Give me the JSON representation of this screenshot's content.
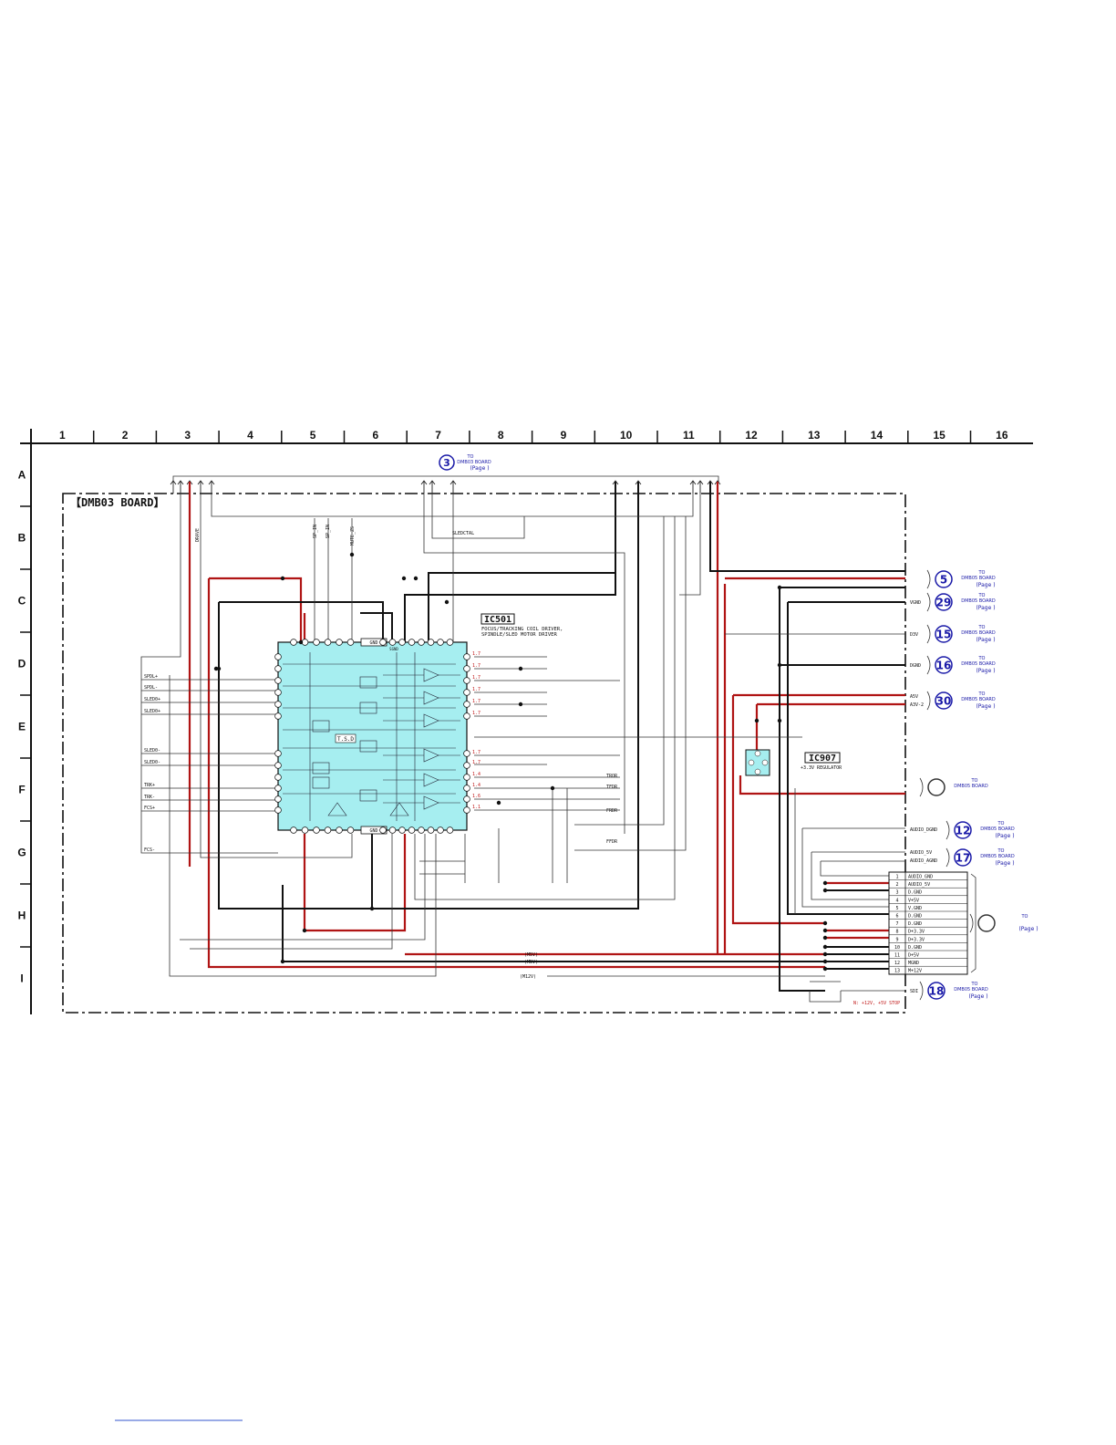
{
  "grid": {
    "columns": [
      "1",
      "2",
      "3",
      "4",
      "5",
      "6",
      "7",
      "8",
      "9",
      "10",
      "11",
      "12",
      "13",
      "14",
      "15",
      "16"
    ],
    "rows": [
      "A",
      "B",
      "C",
      "D",
      "E",
      "F",
      "G",
      "H",
      "I"
    ]
  },
  "board": {
    "label": "【DMB03 BOARD】"
  },
  "ic501": {
    "ref": "IC501",
    "desc1": "FOCUS/TRACKING COIL DRIVER,",
    "desc2": "SPINDLE/SLED MOTOR DRIVER",
    "gnd_top": "GND",
    "gnd_bottom": "GND",
    "tsd": "T.S.D",
    "sgnd": "SGND"
  },
  "ic907": {
    "ref": "IC907",
    "desc": "+3.3V REGULATOR"
  },
  "left_signals": [
    "SPDL+",
    "SPDL-",
    "SLED0+",
    "SLED0+",
    "SLED0-",
    "SLED0-",
    "TRK+",
    "TRK-",
    "FCS+",
    "FCS-"
  ],
  "top_signals": [
    "SP_IN",
    "SP_IN",
    "MUTE_ZS",
    "SLEDCTAL",
    "DRAVE"
  ],
  "right_signals": [
    "TROR",
    "TFDR",
    "FRDR",
    "FFDR"
  ],
  "voltages": [
    "1.7",
    "1.7",
    "1.7",
    "1.7",
    "1.7",
    "1.7",
    "1.7",
    "1.7",
    "1.4",
    "1.4",
    "1.6",
    "1.1"
  ],
  "connectors": [
    {
      "num": "3",
      "line1": "TO",
      "line2": "DMB03 BOARD",
      "line3": "(Page     )"
    },
    {
      "num": "5",
      "line1": "TO",
      "line2": "DMB05 BOARD",
      "line3": "(Page     )"
    },
    {
      "num": "29",
      "line1": "TO",
      "line2": "DMB05 BOARD",
      "line3": "(Page     )"
    },
    {
      "num": "15",
      "line1": "TO",
      "line2": "DMB05 BOARD",
      "line3": "(Page     )"
    },
    {
      "num": "16",
      "line1": "TO",
      "line2": "DMB05 BOARD",
      "line3": "(Page     )"
    },
    {
      "num": "30",
      "line1": "TO",
      "line2": "DMB05 BOARD",
      "line3": "(Page     )"
    },
    {
      "num": "",
      "line1": "TO",
      "line2": "DMB05 BOARD",
      "line3": ""
    },
    {
      "num": "12",
      "line1": "TO",
      "line2": "DMB05 BOARD",
      "line3": "(Page     )"
    },
    {
      "num": "17",
      "line1": "TO",
      "line2": "DMB05 BOARD",
      "line3": "(Page     )"
    },
    {
      "num": "",
      "line1": "TO",
      "line2": "",
      "line3": "(Page     )"
    },
    {
      "num": "18",
      "line1": "TO",
      "line2": "DMB05 BOARD",
      "line3": "(Page     )"
    }
  ],
  "net_labels": [
    "VGND",
    "D3V",
    "DGND",
    "A5V",
    "A3V-2",
    "AUDIO_DGND",
    "AUDIO_5V",
    "AUDIO_AGND",
    "SDI"
  ],
  "connector_table": [
    {
      "pin": "1",
      "name": "AUDIO_GND"
    },
    {
      "pin": "2",
      "name": "AUDIO_5V"
    },
    {
      "pin": "3",
      "name": "D.GND"
    },
    {
      "pin": "4",
      "name": "V+5V"
    },
    {
      "pin": "5",
      "name": "V.GND"
    },
    {
      "pin": "6",
      "name": "D.GND"
    },
    {
      "pin": "7",
      "name": "D.GND"
    },
    {
      "pin": "8",
      "name": "D+3.3V"
    },
    {
      "pin": "9",
      "name": "D+3.3V"
    },
    {
      "pin": "10",
      "name": "D.GND"
    },
    {
      "pin": "11",
      "name": "D+5V"
    },
    {
      "pin": "12",
      "name": "MGND"
    },
    {
      "pin": "13",
      "name": "M+12V"
    }
  ],
  "bus_labels": [
    "(M5V)",
    "(M5V)",
    "(M12V)"
  ],
  "note": "N: +12V, +5V STOP",
  "colors": {
    "red_wire": "#b01414",
    "black_wire": "#111111",
    "ic_fill": "#a6eef0",
    "connector_blue": "#1a1aa8"
  }
}
